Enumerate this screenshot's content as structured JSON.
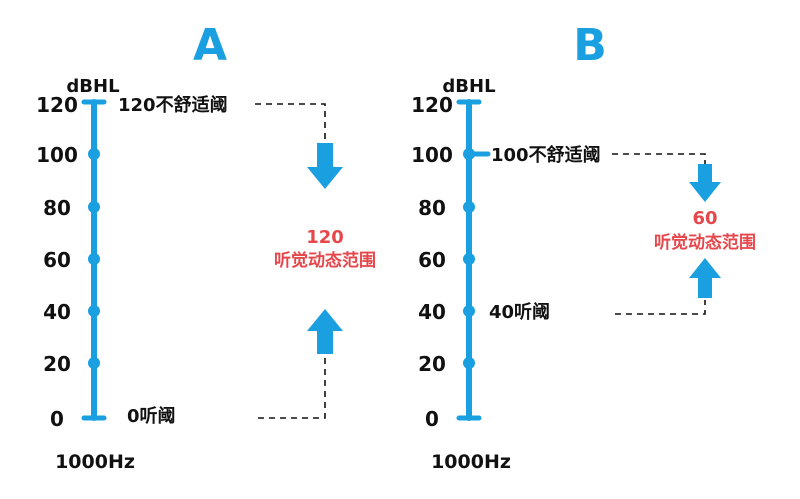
{
  "panels": [
    {
      "title": "A",
      "unit": "dBHL",
      "frequency": "1000Hz",
      "ticks": [
        "120",
        "100",
        "80",
        "60",
        "40",
        "20",
        "0"
      ],
      "upper_label": "120不舒适阈",
      "upper_value": 120,
      "lower_label": "0听阈",
      "lower_value": 0,
      "range_value": "120",
      "range_text": "听觉动态范围"
    },
    {
      "title": "B",
      "unit": "dBHL",
      "frequency": "1000Hz",
      "ticks": [
        "120",
        "100",
        "80",
        "60",
        "40",
        "20",
        "0"
      ],
      "upper_label": "100不舒适阈",
      "upper_value": 100,
      "lower_label": "40听阈",
      "lower_value": 40,
      "range_value": "60",
      "range_text": "听觉动态范围"
    }
  ],
  "colors": {
    "accent": "#1a9fe0",
    "highlight": "#e5474b",
    "text": "#111111"
  },
  "icons": [
    "down-arrow-icon",
    "up-arrow-icon"
  ]
}
